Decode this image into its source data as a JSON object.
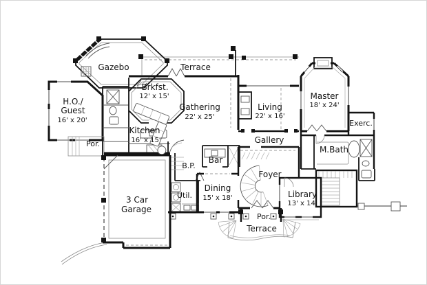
{
  "meta": {
    "type": "architectural-first-floor-plan"
  },
  "colors": {
    "wall": "#141414",
    "thin_line": "#555555",
    "light_line": "#999999",
    "background": "#ffffff"
  },
  "rooms": {
    "gazebo": {
      "label": "Gazebo"
    },
    "terrace_top": {
      "label": "Terrace"
    },
    "brkfst": {
      "label": "Brkfst.",
      "dims": "12' x 15'"
    },
    "ho_guest": {
      "label": "H.O./",
      "label2": "Guest",
      "dims": "16' x 20'"
    },
    "kitchen": {
      "label": "Kitchen",
      "dims": "16' x 15'"
    },
    "gathering": {
      "label": "Gathering",
      "dims": "22' x 25'"
    },
    "living": {
      "label": "Living",
      "dims": "22' x 16'"
    },
    "master": {
      "label": "Master",
      "dims": "18' x 24'"
    },
    "exercise": {
      "label": "Exerc."
    },
    "gallery": {
      "label": "Gallery"
    },
    "mbath": {
      "label": "M.Bath"
    },
    "por_left": {
      "label": "Por."
    },
    "bp": {
      "label": "B.P."
    },
    "bar": {
      "label": "Bar"
    },
    "foyer": {
      "label": "Foyer"
    },
    "util": {
      "label": "Util."
    },
    "dining": {
      "label": "Dining",
      "dims": "15' x 18'"
    },
    "library": {
      "label": "Library",
      "dims": "13' x 14'"
    },
    "garage": {
      "label": "3 Car",
      "label2": "Garage"
    },
    "por_bottom": {
      "label": "Por."
    },
    "terrace_bottom": {
      "label": "Terrace"
    }
  }
}
